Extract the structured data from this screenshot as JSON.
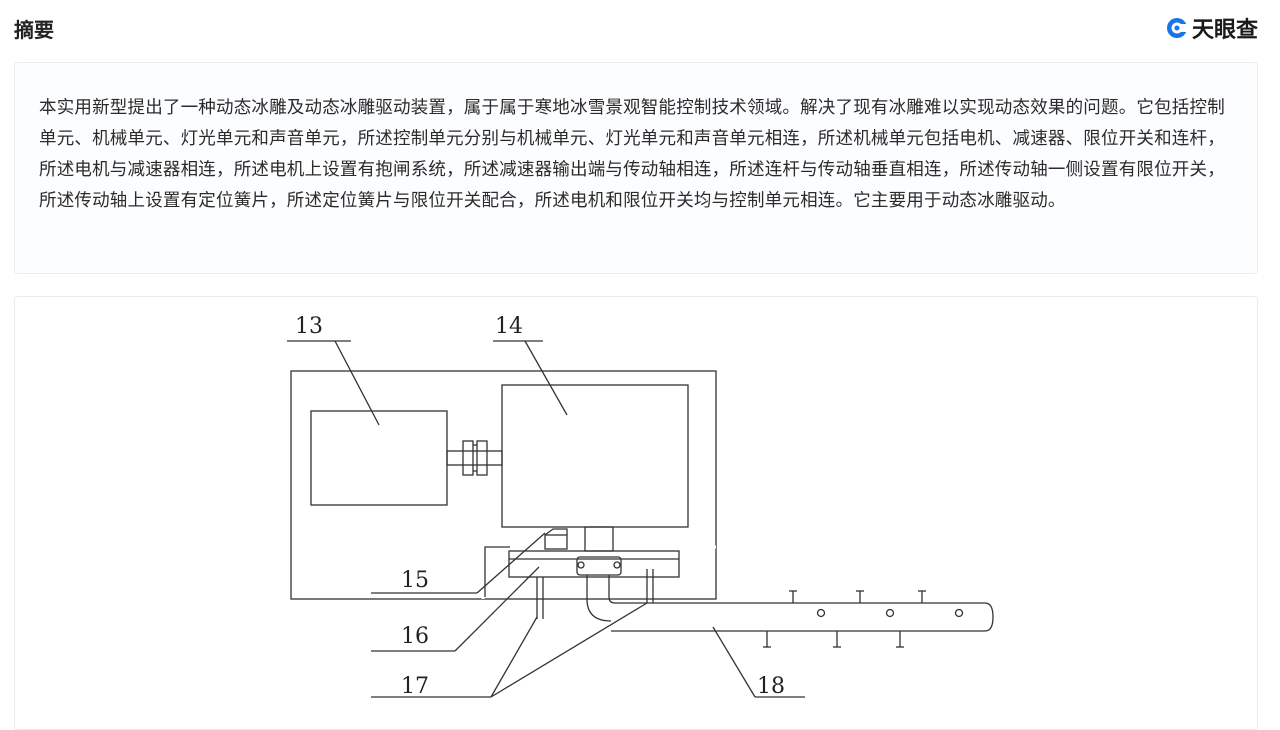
{
  "header": {
    "title": "摘要",
    "logo_text": "天眼查",
    "logo_icon": "tianyancha-logo-icon",
    "accent_color": "#1a73e8"
  },
  "abstract": {
    "text": "本实用新型提出了一种动态冰雕及动态冰雕驱动装置，属于属于寒地冰雪景观智能控制技术领域。解决了现有冰雕难以实现动态效果的问题。它包括控制单元、机械单元、灯光单元和声音单元，所述控制单元分别与机械单元、灯光单元和声音单元相连，所述机械单元包括电机、减速器、限位开关和连杆，所述电机与减速器相连，所述电机上设置有抱闸系统，所述减速器输出端与传动轴相连，所述连杆与传动轴垂直相连，所述传动轴一侧设置有限位开关，所述传动轴上设置有定位簧片，所述定位簧片与限位开关配合，所述电机和限位开关均与控制单元相连。它主要用于动态冰雕驱动。"
  },
  "figure": {
    "labels": {
      "l13": "13",
      "l14": "14",
      "l15": "15",
      "l16": "16",
      "l17": "17",
      "l18": "18"
    }
  }
}
